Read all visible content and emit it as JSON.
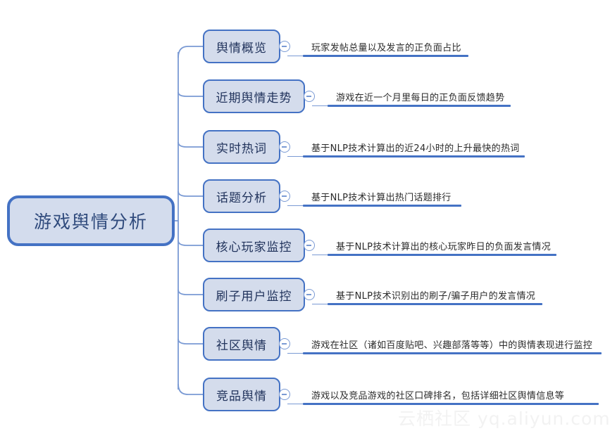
{
  "diagram": {
    "type": "mindmap",
    "orientation": "left-to-right",
    "root": {
      "label": "游戏舆情分析",
      "fill_color": "#d3dced",
      "border_color": "#4472c4",
      "text_color": "#2f4a7c"
    },
    "colors": {
      "node_fill": "#d4dcec",
      "node_border": "#4472c4",
      "node_text": "#21335c",
      "connector": "#7a9ad4",
      "underline": "#4472c4",
      "description_text": "#2b2b2b",
      "background": "#ffffff",
      "watermark": "#f2f2f2"
    },
    "branches": [
      {
        "label": "舆情概览",
        "description": "玩家发帖总量以及发言的正负面占比",
        "toggle_state": "expanded",
        "toggle_icon": "minus-circle-icon"
      },
      {
        "label": "近期舆情走势",
        "description": "游戏在近一个月里每日的正负面反馈趋势",
        "toggle_state": "expanded",
        "toggle_icon": "minus-circle-icon"
      },
      {
        "label": "实时热词",
        "description": "基于NLP技术计算出的近24小时的上升最快的热词",
        "toggle_state": "expanded",
        "toggle_icon": "minus-circle-icon"
      },
      {
        "label": "话题分析",
        "description": "基于NLP技术计算出热门话题排行",
        "toggle_state": "expanded",
        "toggle_icon": "minus-circle-icon"
      },
      {
        "label": "核心玩家监控",
        "description": "基于NLP技术计算出的核心玩家昨日的负面发言情况",
        "toggle_state": "expanded",
        "toggle_icon": "minus-circle-icon"
      },
      {
        "label": "刷子用户监控",
        "description": "基于NLP技术识别出的刷子/骗子用户的发言情况",
        "toggle_state": "expanded",
        "toggle_icon": "minus-circle-icon"
      },
      {
        "label": "社区舆情",
        "description": "游戏在社区（诸如百度贴吧、兴趣部落等等）中的舆情表现进行监控",
        "toggle_state": "expanded",
        "toggle_icon": "minus-circle-icon"
      },
      {
        "label": "竞品舆情",
        "description": "游戏以及竞品游戏的社区口碑排名，包括详细社区舆情信息等",
        "toggle_state": "expanded",
        "toggle_icon": "minus-circle-icon"
      }
    ]
  },
  "watermark": {
    "text": "云栖社区 yq.aliyun.com"
  }
}
